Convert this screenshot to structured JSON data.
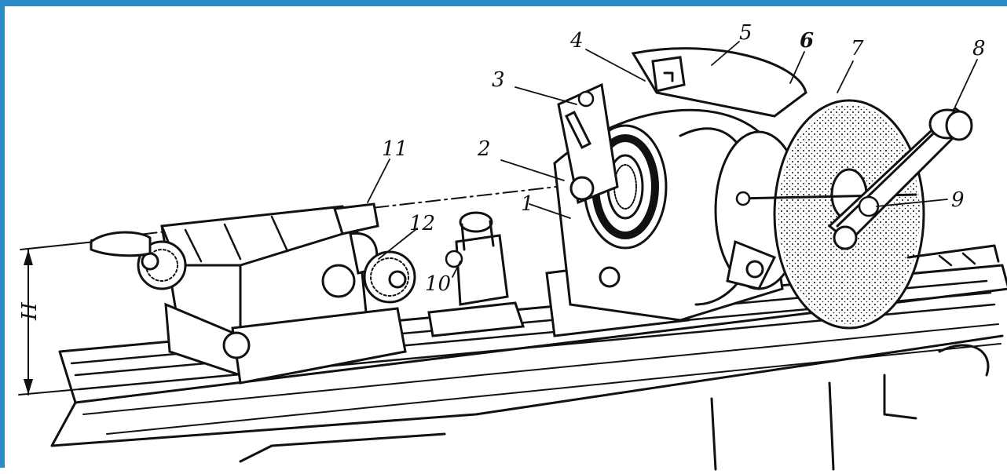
{
  "colors": {
    "border": "#2e8bc9",
    "ink": "#111111",
    "paper": "#ffffff"
  },
  "labels": {
    "l1": "1",
    "l2": "2",
    "l3": "3",
    "l4": "4",
    "l5": "5",
    "l6": "6",
    "l7": "7",
    "l8": "8",
    "l9": "9",
    "l10": "10",
    "l11": "11",
    "l12": "12",
    "h": "H"
  }
}
